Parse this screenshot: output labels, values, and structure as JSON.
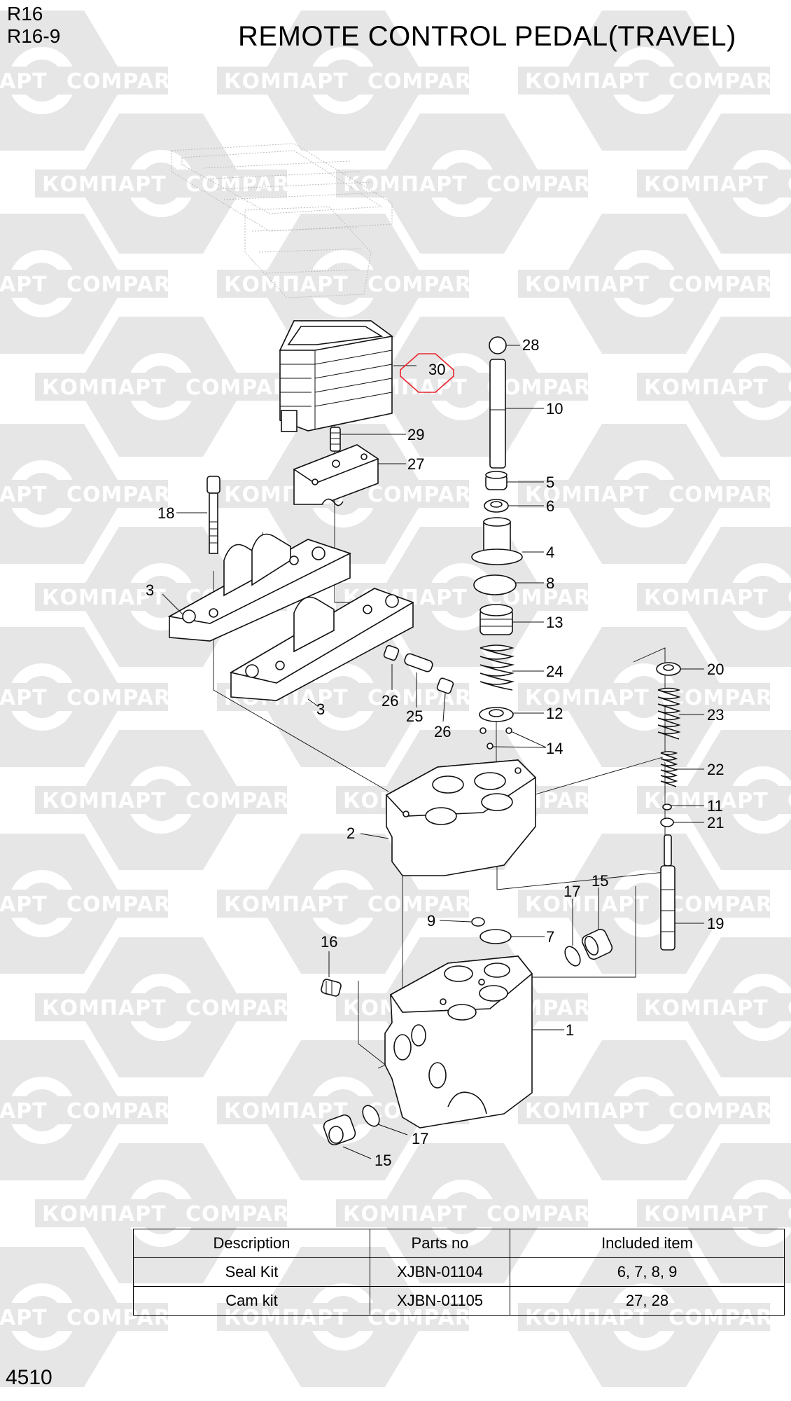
{
  "header": {
    "model_line_1": "R16",
    "model_line_2": "R16-9",
    "title": "REMOTE CONTROL PEDAL(TRAVEL)"
  },
  "page_number": "4510",
  "watermark": {
    "brand_cyrillic": "КОМПАРТ",
    "brand_latin": "COMPART"
  },
  "colors": {
    "watermark": "#e6e6e6",
    "highlight": "#e8262c"
  },
  "callouts": [
    {
      "id": "c28",
      "label": "28"
    },
    {
      "id": "c30",
      "label": "30",
      "highlighted": true
    },
    {
      "id": "c10",
      "label": "10"
    },
    {
      "id": "c29",
      "label": "29"
    },
    {
      "id": "c27",
      "label": "27"
    },
    {
      "id": "c5",
      "label": "5"
    },
    {
      "id": "c6",
      "label": "6"
    },
    {
      "id": "c18",
      "label": "18"
    },
    {
      "id": "c4",
      "label": "4"
    },
    {
      "id": "c8",
      "label": "8"
    },
    {
      "id": "c3a",
      "label": "3"
    },
    {
      "id": "c13",
      "label": "13"
    },
    {
      "id": "c24",
      "label": "24"
    },
    {
      "id": "c20",
      "label": "20"
    },
    {
      "id": "c26a",
      "label": "26"
    },
    {
      "id": "c25",
      "label": "25"
    },
    {
      "id": "c3b",
      "label": "3"
    },
    {
      "id": "c26b",
      "label": "26"
    },
    {
      "id": "c12",
      "label": "12"
    },
    {
      "id": "c23",
      "label": "23"
    },
    {
      "id": "c14",
      "label": "14"
    },
    {
      "id": "c22",
      "label": "22"
    },
    {
      "id": "c11",
      "label": "11"
    },
    {
      "id": "c21",
      "label": "21"
    },
    {
      "id": "c2",
      "label": "2"
    },
    {
      "id": "c15a",
      "label": "15"
    },
    {
      "id": "c17a",
      "label": "17"
    },
    {
      "id": "c9",
      "label": "9"
    },
    {
      "id": "c7",
      "label": "7"
    },
    {
      "id": "c19",
      "label": "19"
    },
    {
      "id": "c16",
      "label": "16"
    },
    {
      "id": "c1",
      "label": "1"
    },
    {
      "id": "c17b",
      "label": "17"
    },
    {
      "id": "c15b",
      "label": "15"
    }
  ],
  "kits_table": {
    "headers": [
      "Description",
      "Parts no",
      "Included item"
    ],
    "rows": [
      [
        "Seal Kit",
        "XJBN-01104",
        "6, 7, 8, 9"
      ],
      [
        "Cam kit",
        "XJBN-01105",
        "27, 28"
      ]
    ]
  }
}
